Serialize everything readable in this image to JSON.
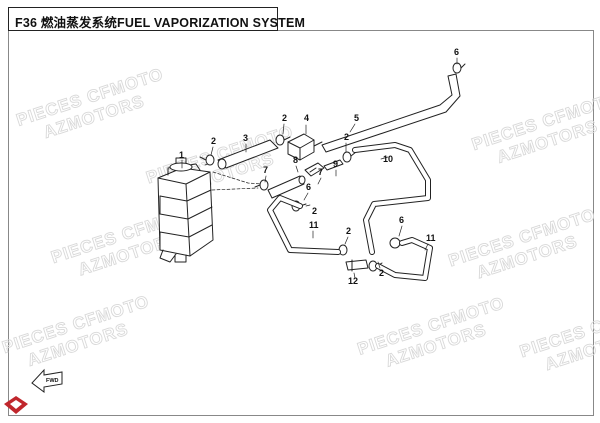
{
  "header": {
    "code": "F36",
    "title": "燃油蒸发系统FUEL VAPORIZATION SYSTEM"
  },
  "watermark": {
    "line1": "PIECES CFMOTO",
    "line2": "AZMOTORS"
  },
  "callouts": [
    "1",
    "2",
    "3",
    "2",
    "4",
    "5",
    "6",
    "7",
    "8",
    "2",
    "7",
    "9",
    "10",
    "6",
    "11",
    "2",
    "11",
    "12",
    "2",
    "6",
    "2"
  ],
  "fwd_label": "FWD",
  "colors": {
    "line": "#222222",
    "watermark": "#d9d9d9",
    "logo": "#c0262c"
  }
}
